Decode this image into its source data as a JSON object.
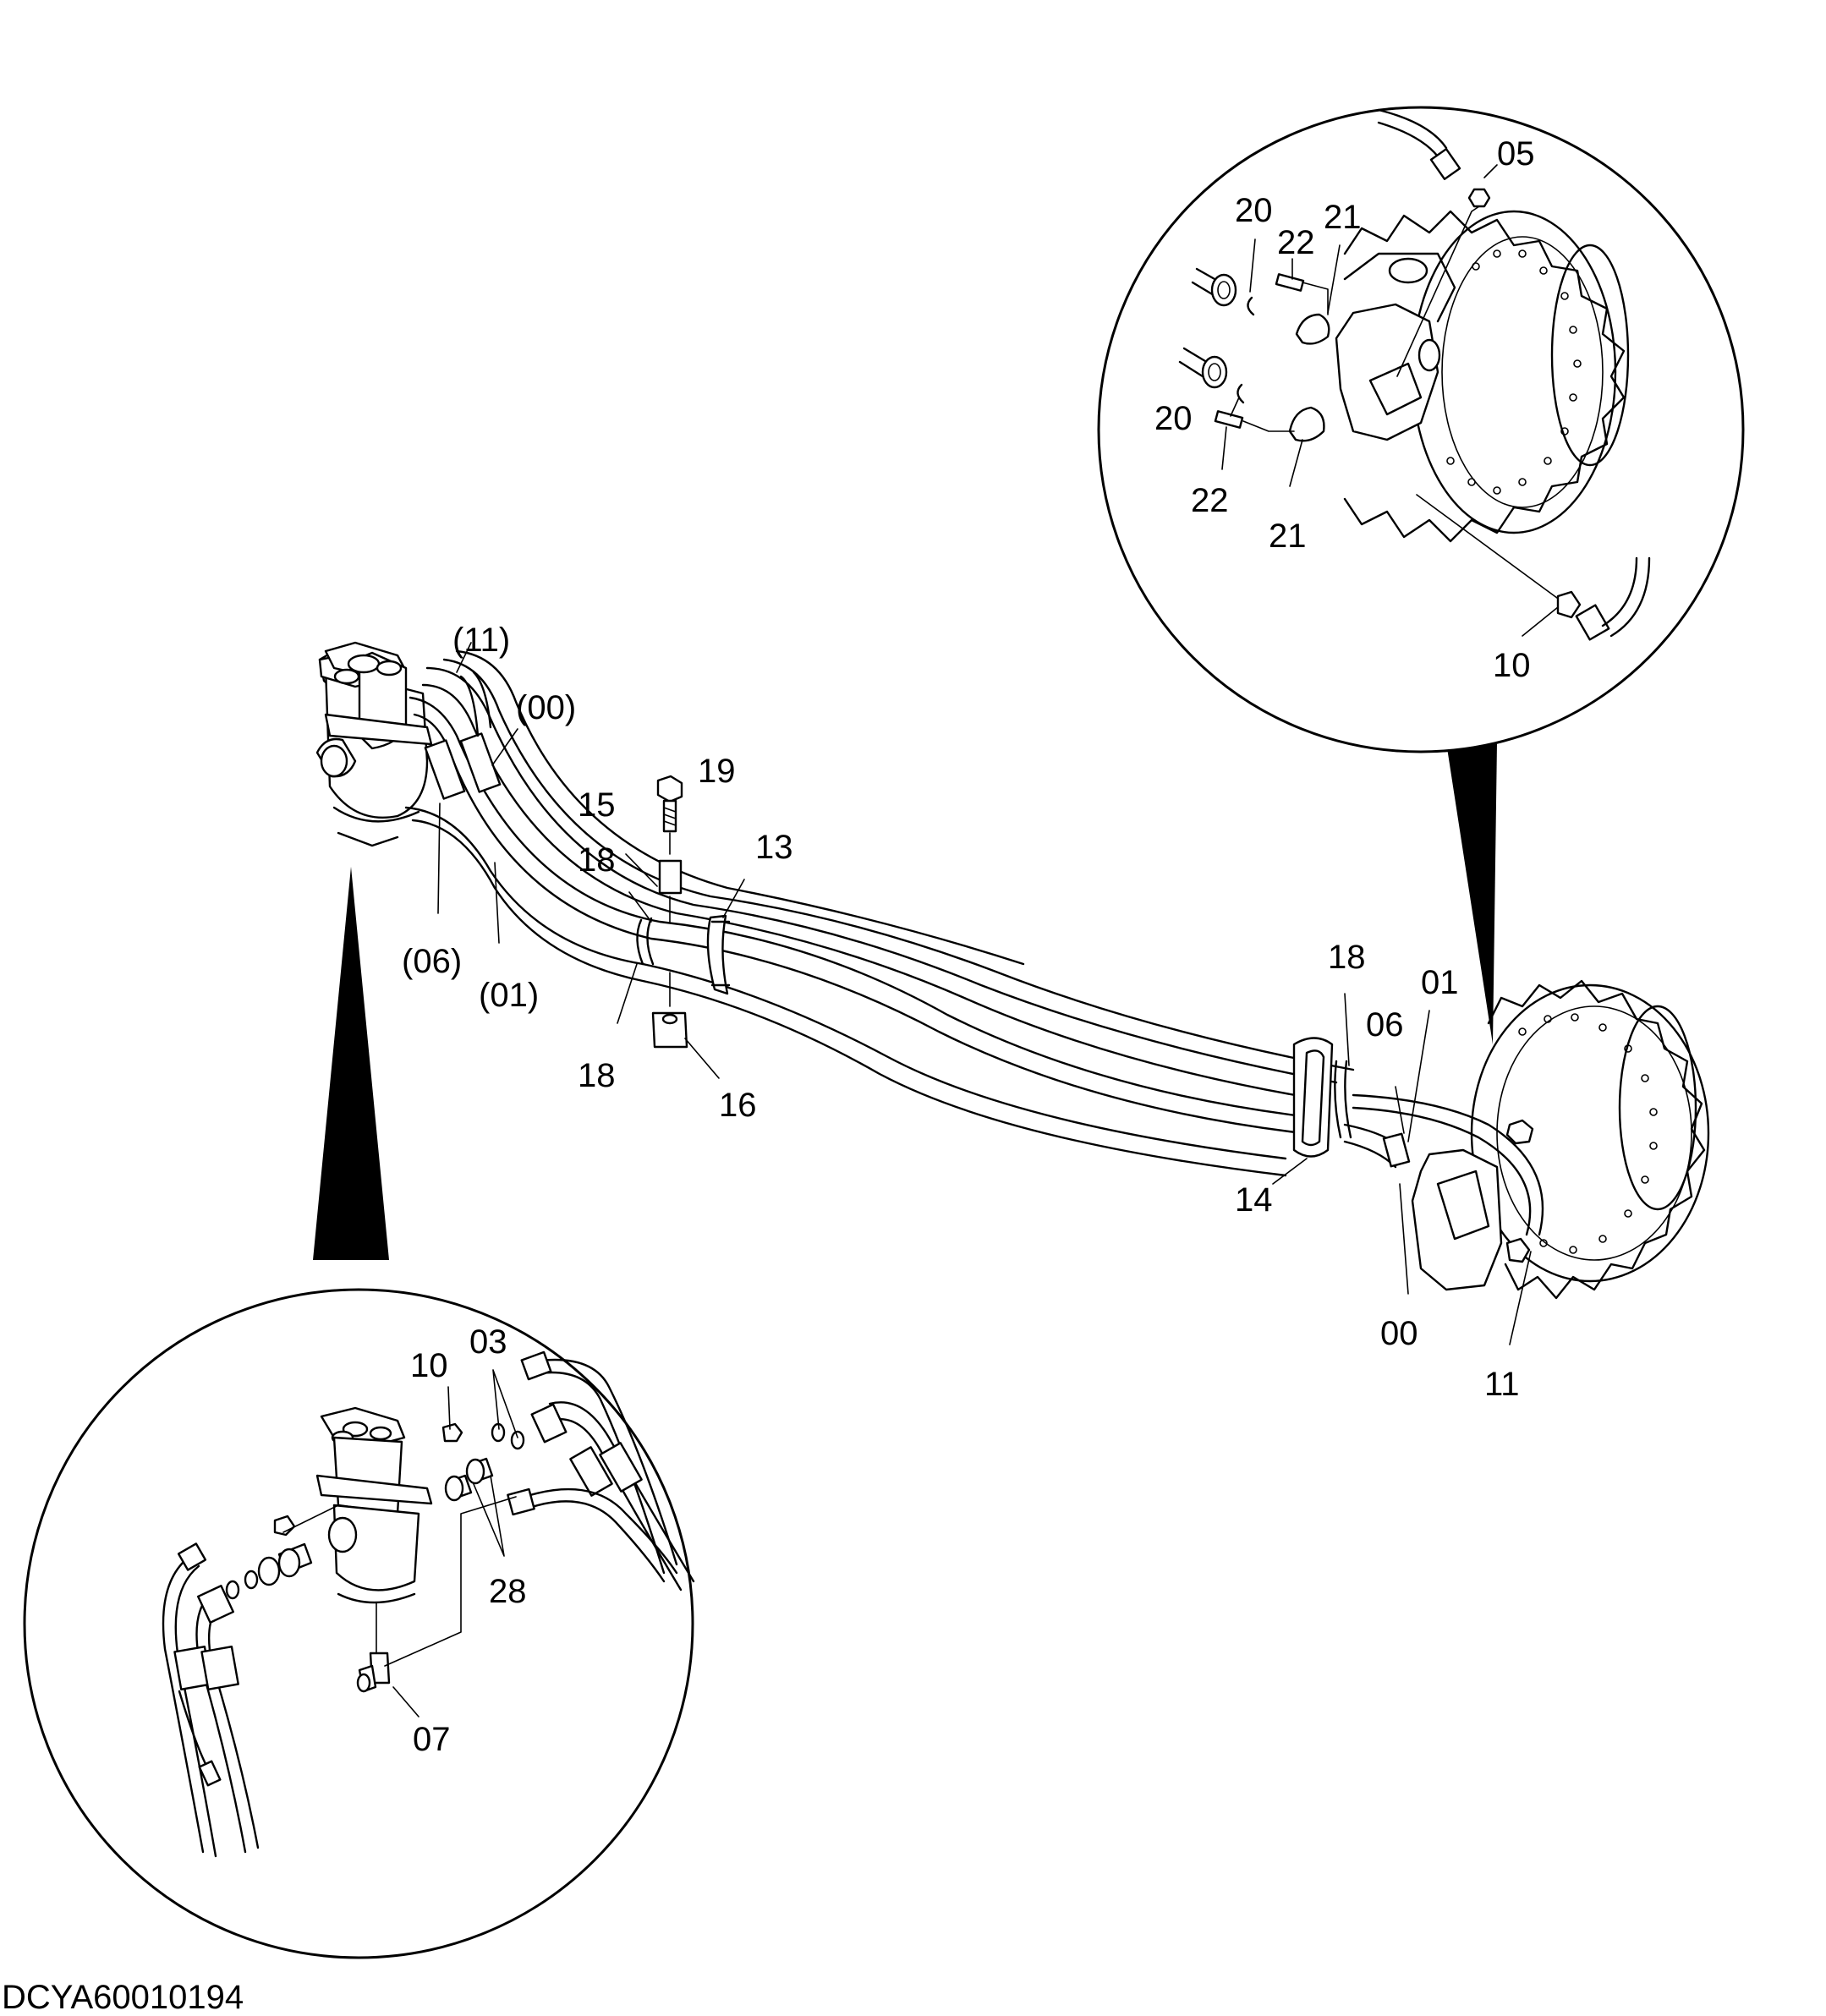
{
  "drawing_code": "DCYA60010194",
  "labels": {
    "l05": "05",
    "l20a": "20",
    "l22a": "22",
    "l21a": "21",
    "l20b": "20",
    "l22b": "22",
    "l21b": "21",
    "l10a": "10",
    "l11p": "(11)",
    "l00p": "(00)",
    "l06p": "(06)",
    "l01p": "(01)",
    "l19": "19",
    "l15": "15",
    "l18a": "18",
    "l13": "13",
    "l18b": "18",
    "l16": "16",
    "l18c": "18",
    "l01": "01",
    "l06": "06",
    "l14": "14",
    "l00": "00",
    "l11": "11",
    "l10b": "10",
    "l03": "03",
    "l28": "28",
    "l07": "07"
  }
}
